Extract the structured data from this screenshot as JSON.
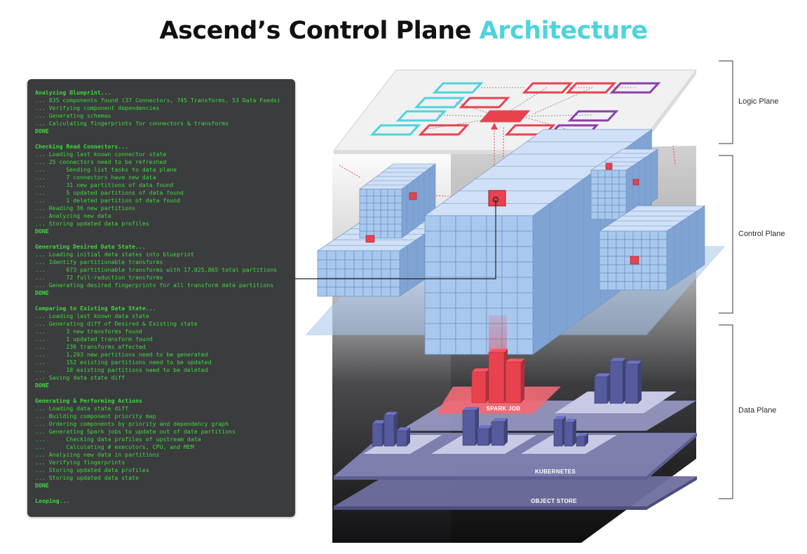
{
  "title": {
    "main": "Ascend’s Control Plane ",
    "accent": "Architecture"
  },
  "terminal": {
    "lines": [
      {
        "text": "Analyzing Blueprint...",
        "bold": true
      },
      {
        "text": "... 835 components found (37 Connectors, 745 Transforms, 53 Data Feeds)"
      },
      {
        "text": "... Verifying component dependencies"
      },
      {
        "text": "... Generating schemas"
      },
      {
        "text": "... Calculating fingerprints for connectors & transforms"
      },
      {
        "text": "DONE",
        "bold": true
      },
      {
        "text": ""
      },
      {
        "text": "Checking Read Connectors...",
        "bold": true
      },
      {
        "text": "... Loading last known connector state"
      },
      {
        "text": "... 25 connectors need to be refreshed"
      },
      {
        "text": "...      Sending list tasks to data plane"
      },
      {
        "text": "...      7 connectors have new data"
      },
      {
        "text": "...      31 new partitions of data found"
      },
      {
        "text": "...      5 updated partitions of data found"
      },
      {
        "text": "...      1 deleted partition of data found"
      },
      {
        "text": "... Reading 36 new partitions"
      },
      {
        "text": "... Analyzing new data"
      },
      {
        "text": "... Storing updated data profiles"
      },
      {
        "text": "DONE",
        "bold": true
      },
      {
        "text": ""
      },
      {
        "text": "Generating Desired Data State...",
        "bold": true
      },
      {
        "text": "... Loading initial data states into blueprint"
      },
      {
        "text": "... Identify partitionable transforms"
      },
      {
        "text": "...      673 partitionable transforms with 17,025,865 total partitions"
      },
      {
        "text": "...      72 full-reduction transforms"
      },
      {
        "text": "... Generating desired fingerprints for all transform data partitions"
      },
      {
        "text": "DONE",
        "bold": true
      },
      {
        "text": ""
      },
      {
        "text": "Comparing to Existing Data State...",
        "bold": true
      },
      {
        "text": "... Loading last known data state"
      },
      {
        "text": "... Generating diff of Desired & Existing state"
      },
      {
        "text": "...      3 new transforms found"
      },
      {
        "text": "...      1 updated transform found"
      },
      {
        "text": "...      236 transforms affected"
      },
      {
        "text": "...      1,293 new partitions need to be generated"
      },
      {
        "text": "...      152 existing partitions need to be updated"
      },
      {
        "text": "...      18 existing partitions need to be deleted"
      },
      {
        "text": "... Saving data state diff"
      },
      {
        "text": "DONE",
        "bold": true
      },
      {
        "text": ""
      },
      {
        "text": "Generating & Performing Actions",
        "bold": true
      },
      {
        "text": "... Loading data state diff"
      },
      {
        "text": "... Building component priority map"
      },
      {
        "text": "... Ordering components by priority and dependency graph"
      },
      {
        "text": "... Generating Spark jobs to update out of date partitions"
      },
      {
        "text": "...      Checking data profiles of upstream data"
      },
      {
        "text": "...      Calculating # executors, CPU, and MEM"
      },
      {
        "text": "... Analyzing new data in partitions"
      },
      {
        "text": "... Verifying fingerprints"
      },
      {
        "text": "... Storing updated data profiles"
      },
      {
        "text": "... Storing updated data state"
      },
      {
        "text": "DONE",
        "bold": true
      },
      {
        "text": ""
      },
      {
        "text": "Looping...",
        "bold": true
      }
    ]
  },
  "planes": {
    "logic": "Logic Plane",
    "control": "Control Plane",
    "data": "Data Plane"
  },
  "layers": {
    "spark_job": "SPARK JOB",
    "kubernetes": "KUBERNETES",
    "object_store": "OBJECT STORE"
  },
  "colors": {
    "accent": "#4fd3dd",
    "terminal_bg": "#3b3c3e",
    "terminal_text": "#3fd93f",
    "highlight": "#e8424f",
    "cube_fill": "#a9c8ee",
    "bar_fill": "#565b9e",
    "purple_node": "#8a3fa8",
    "teal_node": "#4fd3dd"
  }
}
